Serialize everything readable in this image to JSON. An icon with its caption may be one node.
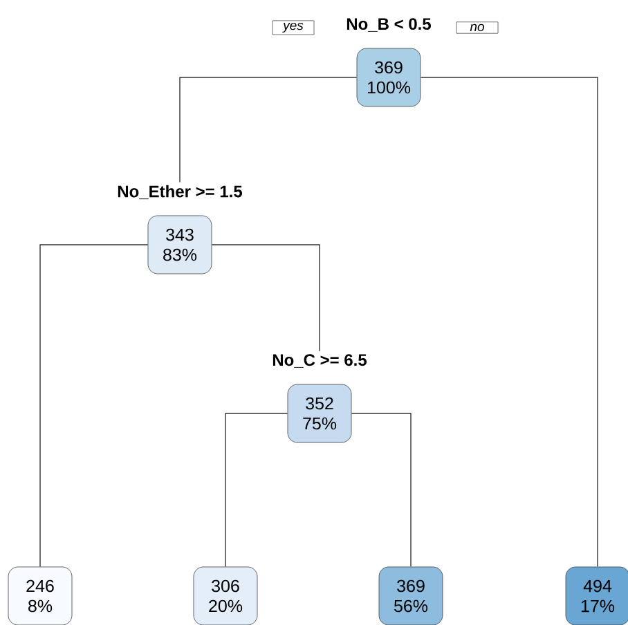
{
  "diagram": {
    "nodes": [
      {
        "text": [
          "No_B < 0.5",
          "369",
          "100%"
        ]
      },
      {
        "text": [
          "No_Ether >= 1.5",
          "343",
          "83%"
        ]
      },
      {
        "text": [
          "246",
          "8%"
        ]
      },
      {
        "text": [
          "No_C >= 6.5",
          "352",
          "75%"
        ]
      },
      {
        "text": [
          "306",
          "20%"
        ]
      },
      {
        "text": [
          "369",
          "56%"
        ]
      },
      {
        "text": [
          "494",
          "17%"
        ]
      }
    ],
    "edges": [
      {
        "from": 0,
        "to": 1,
        "arrow": "none",
        "label": "yes"
      },
      {
        "from": 0,
        "to": 6,
        "arrow": "none",
        "label": "no"
      },
      {
        "from": 1,
        "to": 2,
        "arrow": "none"
      },
      {
        "from": 1,
        "to": 3,
        "arrow": "none"
      },
      {
        "from": 3,
        "to": 4,
        "arrow": "none"
      },
      {
        "from": 3,
        "to": 5,
        "arrow": "none"
      }
    ]
  }
}
